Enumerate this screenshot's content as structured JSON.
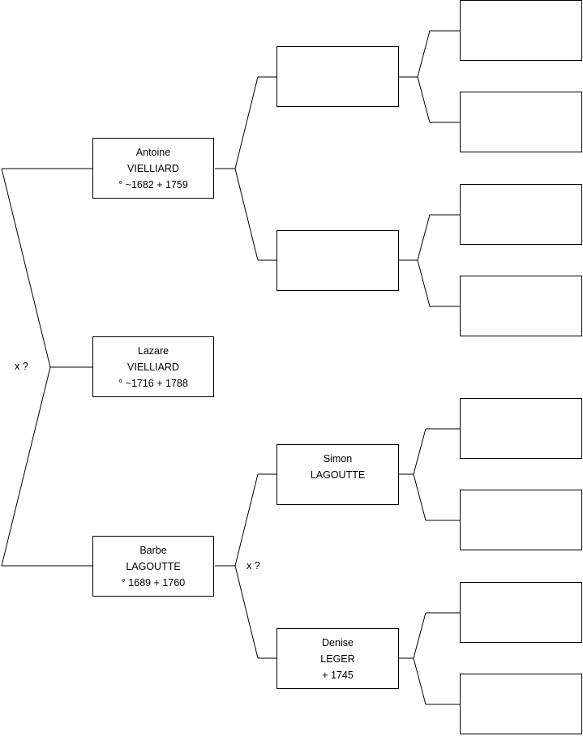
{
  "subject": {
    "first_name": "Lazare",
    "last_name": "VIELLIARD",
    "dates": "° ~1716 + 1788"
  },
  "parents_marriage": "x ?",
  "father": {
    "first_name": "Antoine",
    "last_name": "VIELLIARD",
    "dates": "° ~1682 + 1759"
  },
  "mother": {
    "first_name": "Barbe",
    "last_name": "LAGOUTTE",
    "dates": "° 1689 + 1760"
  },
  "maternal_grandparents_marriage": "x ?",
  "maternal_grandfather": {
    "first_name": "Simon",
    "last_name": "LAGOUTTE",
    "dates": ""
  },
  "maternal_grandmother": {
    "first_name": "Denise",
    "last_name": "LEGER",
    "dates": "+ 1745"
  },
  "paternal_grandfather": {
    "first_name": "",
    "last_name": "",
    "dates": ""
  },
  "paternal_grandmother": {
    "first_name": "",
    "last_name": "",
    "dates": ""
  },
  "great_grandparents": [
    {
      "first_name": "",
      "last_name": "",
      "dates": ""
    },
    {
      "first_name": "",
      "last_name": "",
      "dates": ""
    },
    {
      "first_name": "",
      "last_name": "",
      "dates": ""
    },
    {
      "first_name": "",
      "last_name": "",
      "dates": ""
    },
    {
      "first_name": "",
      "last_name": "",
      "dates": ""
    },
    {
      "first_name": "",
      "last_name": "",
      "dates": ""
    },
    {
      "first_name": "",
      "last_name": "",
      "dates": ""
    },
    {
      "first_name": "",
      "last_name": "",
      "dates": ""
    }
  ]
}
